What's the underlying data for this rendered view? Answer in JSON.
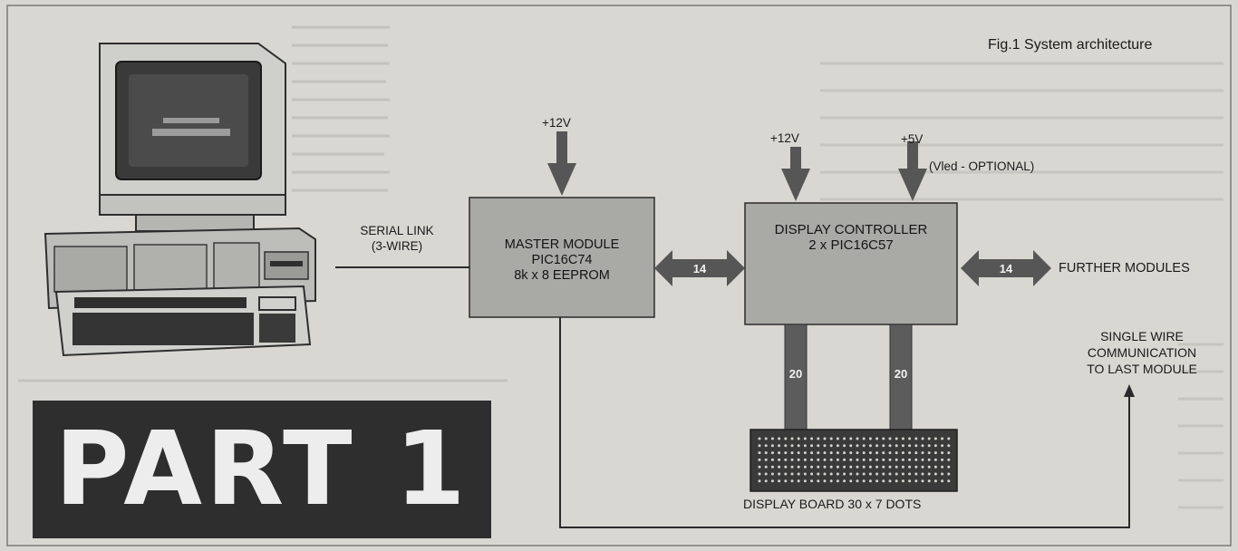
{
  "figure": {
    "caption": "Fig.1 System architecture",
    "part_label": "PART 1",
    "colors": {
      "box_fill": "#a9a9a6",
      "arrow_fill": "#565656",
      "line": "#2a2a2a",
      "banner_bg": "#2e2e2e",
      "page": "#d8d7d2"
    }
  },
  "diagram": {
    "computer": {
      "icon": "desktop-computer-icon"
    },
    "serial_link": {
      "line1": "SERIAL LINK",
      "line2": "(3-WIRE)"
    },
    "master_module": {
      "line1": "MASTER MODULE",
      "line2": "PIC16C74",
      "line3": "8k x 8 EEPROM",
      "supply": "+12V"
    },
    "display_controller": {
      "line1": "DISPLAY CONTROLLER",
      "line2": "2 x PIC16C57",
      "supply_12v": "+12V",
      "supply_5v": "+5V",
      "supply_note": "(Vled - OPTIONAL)"
    },
    "bus_master_controller": "14",
    "bus_further": "14",
    "further_modules": "FURTHER MODULES",
    "ribbon_left": "20",
    "ribbon_right": "20",
    "display_board": "DISPLAY BOARD  30 x 7 DOTS",
    "single_wire": {
      "line1": "SINGLE WIRE",
      "line2": "COMMUNICATION",
      "line3": "TO LAST MODULE"
    }
  }
}
